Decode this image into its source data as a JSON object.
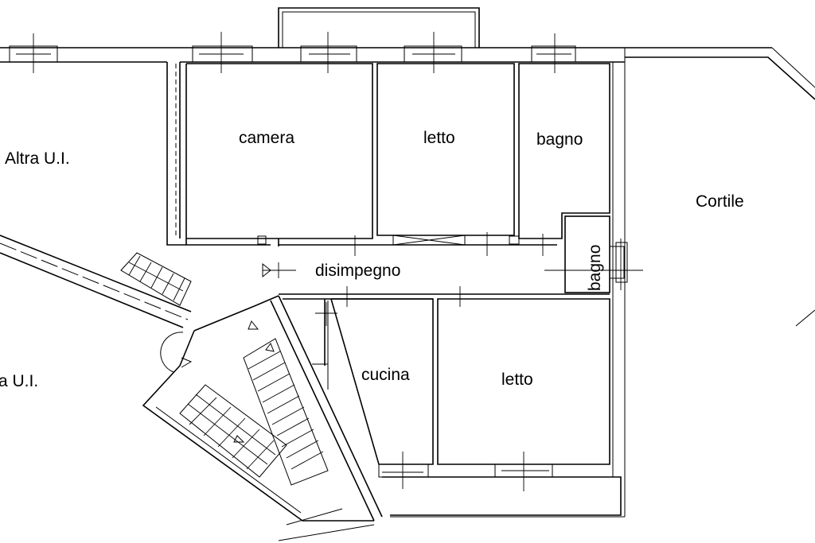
{
  "rooms": {
    "altra_ui_top": "Altra U.I.",
    "altra_ui_bottom": "a U.I.",
    "camera": "camera",
    "letto_top": "letto",
    "bagno_top": "bagno",
    "cortile": "Cortile",
    "disimpegno": "disimpegno",
    "bagno_small": "bagno",
    "cucina": "cucina",
    "letto_bottom": "letto"
  },
  "colors": {
    "line": "#000000",
    "background": "#ffffff"
  }
}
